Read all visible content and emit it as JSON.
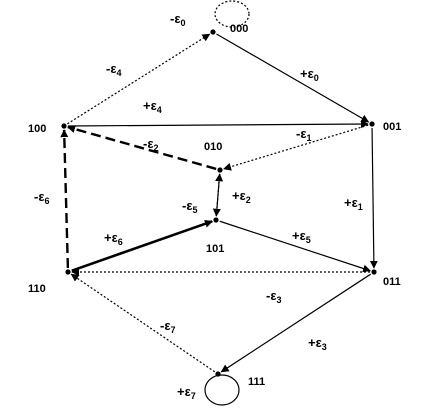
{
  "nodes": [
    {
      "id": "000",
      "label": "000"
    },
    {
      "id": "001",
      "label": "001"
    },
    {
      "id": "100",
      "label": "100"
    },
    {
      "id": "010",
      "label": "010"
    },
    {
      "id": "101",
      "label": "101"
    },
    {
      "id": "110",
      "label": "110"
    },
    {
      "id": "011",
      "label": "011"
    },
    {
      "id": "111",
      "label": "111"
    }
  ],
  "edges": [
    {
      "from": "000",
      "to": "001",
      "style": "solid",
      "sign": "+",
      "sub": "0"
    },
    {
      "from": "001",
      "to": "011",
      "style": "solid",
      "sign": "+",
      "sub": "1"
    },
    {
      "from": "010",
      "to": "101",
      "style": "solid",
      "sign": "+",
      "sub": "2"
    },
    {
      "from": "011",
      "to": "111",
      "style": "solid",
      "sign": "+",
      "sub": "3"
    },
    {
      "from": "100",
      "to": "001",
      "style": "solid",
      "sign": "+",
      "sub": "4"
    },
    {
      "from": "101",
      "to": "011",
      "style": "solid",
      "sign": "+",
      "sub": "5"
    },
    {
      "from": "110",
      "to": "101",
      "style": "bold",
      "sign": "+",
      "sub": "6"
    },
    {
      "from": "001",
      "to": "010",
      "style": "dotted",
      "sign": "-",
      "sub": "1"
    },
    {
      "from": "010",
      "to": "100",
      "style": "dashed",
      "sign": "-",
      "sub": "2"
    },
    {
      "from": "011",
      "to": "110",
      "style": "dotted",
      "sign": "-",
      "sub": "3"
    },
    {
      "from": "100",
      "to": "000",
      "style": "dotted",
      "sign": "-",
      "sub": "4"
    },
    {
      "from": "101",
      "to": "010",
      "style": "dotted",
      "sign": "-",
      "sub": "5"
    },
    {
      "from": "110",
      "to": "100",
      "style": "dashed",
      "sign": "-",
      "sub": "6"
    },
    {
      "from": "111",
      "to": "110",
      "style": "dotted",
      "sign": "-",
      "sub": "7"
    }
  ],
  "loops": [
    {
      "node": "000",
      "style": "dotted",
      "sign": "-",
      "sub": "0"
    },
    {
      "node": "111",
      "style": "solid",
      "sign": "+",
      "sub": "7"
    }
  ],
  "symbol": "ε"
}
